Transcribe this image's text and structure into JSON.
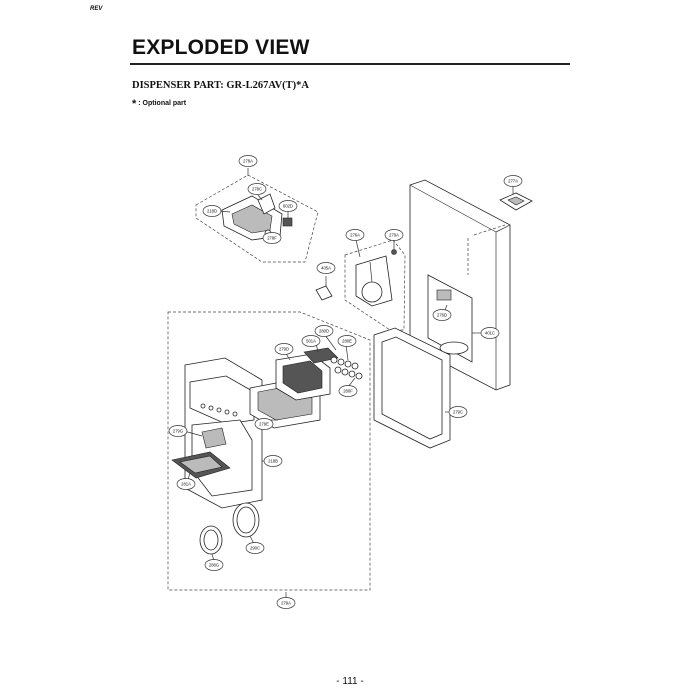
{
  "header": {
    "rev_mark": "REV",
    "title": "EXPLODED VIEW",
    "subtitle": "DISPENSER PART: GR-L267AV(T)*A",
    "note_symbol": "*",
    "note_text": ": Optional part"
  },
  "callouts": [
    {
      "id": "c-278a",
      "label": "278A"
    },
    {
      "id": "c-278c",
      "label": "278C"
    },
    {
      "id": "c-218d",
      "label": "218D"
    },
    {
      "id": "c-602d",
      "label": "602D"
    },
    {
      "id": "c-278f",
      "label": "278F"
    },
    {
      "id": "c-277a",
      "label": "277A"
    },
    {
      "id": "c-276a",
      "label": "276A"
    },
    {
      "id": "c-279a-top",
      "label": "279A"
    },
    {
      "id": "c-405a",
      "label": "405A"
    },
    {
      "id": "c-276d",
      "label": "276D"
    },
    {
      "id": "c-401c",
      "label": "401C"
    },
    {
      "id": "c-279d",
      "label": "279D"
    },
    {
      "id": "c-501a",
      "label": "501A"
    },
    {
      "id": "c-280d",
      "label": "280D"
    },
    {
      "id": "c-280e",
      "label": "280E"
    },
    {
      "id": "c-280f",
      "label": "280F"
    },
    {
      "id": "c-279e",
      "label": "279E"
    },
    {
      "id": "c-279c",
      "label": "279C"
    },
    {
      "id": "c-279g",
      "label": "279G"
    },
    {
      "id": "c-218b",
      "label": "218B"
    },
    {
      "id": "c-281a",
      "label": "281A"
    },
    {
      "id": "c-290c",
      "label": "290C"
    },
    {
      "id": "c-288g",
      "label": "288G"
    },
    {
      "id": "c-279a-bottom",
      "label": "279A"
    }
  ],
  "footer": {
    "page_number": "- 111 -"
  }
}
